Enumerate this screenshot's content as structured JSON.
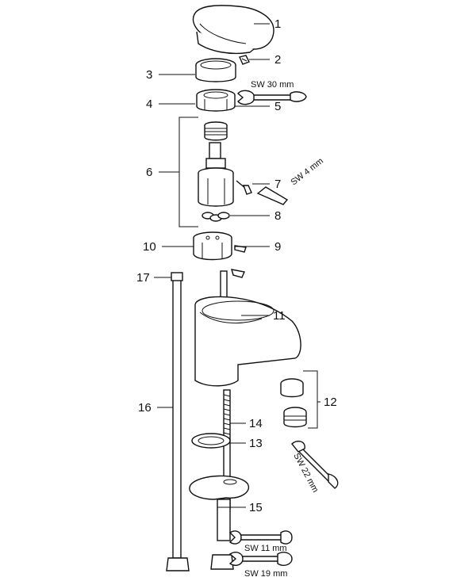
{
  "labels": {
    "l1": "1",
    "l2": "2",
    "l3": "3",
    "l4": "4",
    "l5": "5",
    "l6": "6",
    "l7": "7",
    "l8": "8",
    "l9": "9",
    "l10": "10",
    "l11": "11",
    "l12": "12",
    "l13": "13",
    "l14": "14",
    "l15": "15",
    "l16": "16",
    "l17": "17"
  },
  "wrench_sizes": {
    "sw30": "SW 30 mm",
    "sw4": "SW 4 mm",
    "sw22": "SW 22 mm",
    "sw11": "SW 11 mm",
    "sw19": "SW 19 mm"
  }
}
